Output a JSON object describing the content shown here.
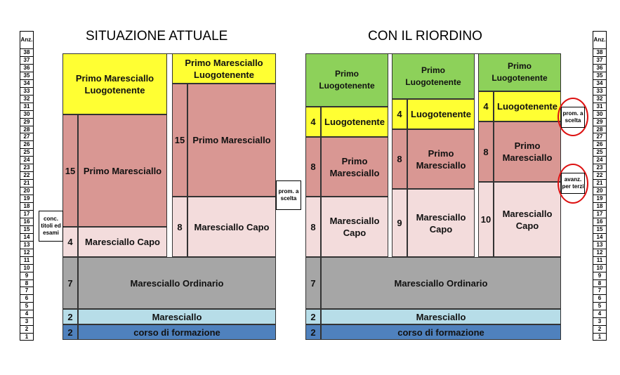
{
  "titles": {
    "left": "SITUAZIONE ATTUALE",
    "right": "CON IL RIORDINO"
  },
  "scale": {
    "header": "Anz.",
    "rows": [
      "38",
      "37",
      "36",
      "35",
      "34",
      "33",
      "32",
      "31",
      "30",
      "29",
      "28",
      "27",
      "26",
      "25",
      "24",
      "23",
      "22",
      "21",
      "20",
      "19",
      "18",
      "17",
      "16",
      "15",
      "14",
      "13",
      "12",
      "11",
      "10",
      "9",
      "8",
      "7",
      "6",
      "5",
      "4",
      "3",
      "2",
      "1"
    ]
  },
  "notes": {
    "conc": "conc. titoli ed esami",
    "prom_left": "prom. a scelta",
    "prom_right": "prom. a scelta",
    "avanz": "avanz. per terzi"
  },
  "left": {
    "col1": {
      "primo_lgt": "Primo Maresciallo Luogotenente",
      "pm_num": "15",
      "pm_label": "Primo Maresciallo",
      "mc_num": "4",
      "mc_label": "Maresciallo Capo"
    },
    "col2": {
      "primo_lgt": "Primo Maresciallo Luogotenente",
      "pm_num": "15",
      "pm_label": "Primo Maresciallo",
      "mc_num": "8",
      "mc_label": "Maresciallo Capo"
    },
    "ordinario_num": "7",
    "ordinario_label": "Maresciallo Ordinario",
    "maresciallo_num": "2",
    "maresciallo_label": "Maresciallo",
    "corso_num": "2",
    "corso_label": "corso di formazione"
  },
  "right": {
    "col1": {
      "top": "Primo Luogotenente",
      "lgt_num": "4",
      "lgt_label": "Luogotenente",
      "pm_num": "8",
      "pm_label": "Primo Maresciallo",
      "mc_num": "8",
      "mc_label": "Maresciallo Capo"
    },
    "col2": {
      "top": "Primo Luogotenente",
      "lgt_num": "4",
      "lgt_label": "Luogotenente",
      "pm_num": "8",
      "pm_label": "Primo Maresciallo",
      "mc_num": "9",
      "mc_label": "Maresciallo Capo"
    },
    "col3": {
      "top": "Primo Luogotenente",
      "lgt_num": "4",
      "lgt_label": "Luogotenente",
      "pm_num": "8",
      "pm_label": "Primo Maresciallo",
      "mc_num": "10",
      "mc_label": "Maresciallo Capo"
    },
    "ordinario_num": "7",
    "ordinario_label": "Maresciallo Ordinario",
    "maresciallo_num": "2",
    "maresciallo_label": "Maresciallo",
    "corso_num": "2",
    "corso_label": "corso di formazione"
  },
  "colors": {
    "yellow": "#ffff33",
    "green": "#8dd15a",
    "red": "#d99793",
    "pink": "#f3dcdc",
    "grey": "#a6a6a6",
    "light_blue": "#b7dde8",
    "blue": "#4f81bd",
    "ring": "#dd1111"
  }
}
